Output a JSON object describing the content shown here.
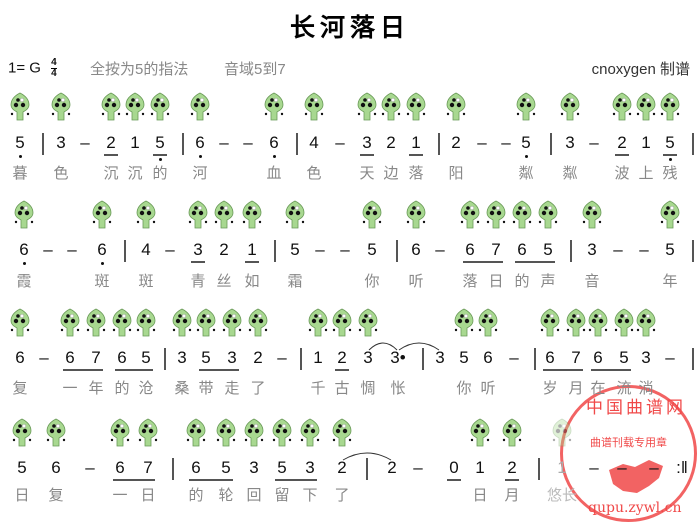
{
  "title": "长河落日",
  "key": "1= G",
  "time_sig": {
    "top": "4",
    "bottom": "4"
  },
  "fingering_note": "全按为5的指法",
  "range_note": "音域5到7",
  "author": "cnoxygen 制谱",
  "colors": {
    "ocarina": "#a8d890",
    "stamp": "#f04848"
  },
  "stamp": {
    "ring_text": "中国曲谱网",
    "url": "qupu.zywl.cn",
    "caption": "曲谱刊载专用章"
  },
  "rows": [
    {
      "tokens": [
        {
          "t": "5",
          "low": 1,
          "ly": "暮",
          "oc": 1
        },
        {
          "t": "|"
        },
        {
          "t": "3",
          "ly": "色",
          "oc": 1
        },
        {
          "t": "–"
        },
        {
          "t": "2",
          "ul": 1,
          "ly": "沉",
          "oc": 1
        },
        {
          "t": "1",
          "ly": "沉",
          "oc": 1
        },
        {
          "t": "5",
          "low": 1,
          "ul": 1,
          "ly": "的",
          "oc": 1
        },
        {
          "t": "|"
        },
        {
          "t": "6",
          "low": 1,
          "ly": "河",
          "oc": 1
        },
        {
          "t": "–"
        },
        {
          "t": "–"
        },
        {
          "t": "6",
          "low": 1,
          "ly": "血",
          "oc": 1
        },
        {
          "t": "|"
        },
        {
          "t": "4",
          "ly": "色",
          "oc": 1
        },
        {
          "t": "–"
        },
        {
          "t": "3",
          "ul": 1,
          "ly": "天",
          "oc": 1
        },
        {
          "t": "2",
          "ly": "边",
          "oc": 1
        },
        {
          "t": "1",
          "ul": 1,
          "ly": "落",
          "oc": 1
        },
        {
          "t": "|"
        },
        {
          "t": "2",
          "ly": "阳",
          "oc": 1
        },
        {
          "t": "–"
        },
        {
          "t": "–"
        },
        {
          "t": "5",
          "low": 1,
          "ly": "粼",
          "oc": 1
        },
        {
          "t": "|"
        },
        {
          "t": "3",
          "ly": "粼",
          "oc": 1
        },
        {
          "t": "–"
        },
        {
          "t": "2",
          "ul": 1,
          "ly": "波",
          "oc": 1
        },
        {
          "t": "1",
          "ly": "上",
          "oc": 1
        },
        {
          "t": "5",
          "low": 1,
          "ul": 1,
          "ly": "残",
          "oc": 1
        },
        {
          "t": "|"
        }
      ]
    },
    {
      "tokens": [
        {
          "t": "6",
          "low": 1,
          "ly": "霞",
          "oc": 1
        },
        {
          "t": "–"
        },
        {
          "t": "–"
        },
        {
          "t": "6",
          "low": 1,
          "ly": "斑",
          "oc": 1
        },
        {
          "t": "|"
        },
        {
          "t": "4",
          "ly": "斑",
          "oc": 1
        },
        {
          "t": "–"
        },
        {
          "t": "3",
          "ul": 1,
          "ly": "青",
          "oc": 1
        },
        {
          "t": "2",
          "ly": "丝",
          "oc": 1
        },
        {
          "t": "1",
          "ul": 1,
          "ly": "如",
          "oc": 1
        },
        {
          "t": "|"
        },
        {
          "t": "5",
          "ly": "霜",
          "oc": 1
        },
        {
          "t": "–"
        },
        {
          "t": "–"
        },
        {
          "t": "5",
          "ly": "你",
          "oc": 1
        },
        {
          "t": "|"
        },
        {
          "t": "6",
          "ly": "听",
          "oc": 1
        },
        {
          "t": "–"
        },
        {
          "t": "6",
          "ug": 1,
          "ly": "落",
          "oc": 1
        },
        {
          "t": "7",
          "ly": "日",
          "oc": 1
        },
        {
          "t": "6",
          "ug": 1,
          "ly": "的",
          "oc": 1
        },
        {
          "t": "5",
          "ly": "声",
          "oc": 1
        },
        {
          "t": "|"
        },
        {
          "t": "3",
          "ly": "音",
          "oc": 1
        },
        {
          "t": "–"
        },
        {
          "t": "–"
        },
        {
          "t": "5",
          "ly": "年",
          "oc": 1
        },
        {
          "t": "|"
        }
      ]
    },
    {
      "tokens": [
        {
          "t": "6",
          "ly": "复",
          "oc": 1
        },
        {
          "t": "–"
        },
        {
          "t": "6",
          "ug": 1,
          "ly": "一",
          "oc": 1
        },
        {
          "t": "7",
          "ly": "年",
          "oc": 1
        },
        {
          "t": "6",
          "ug": 1,
          "ly": "的",
          "oc": 1
        },
        {
          "t": "5",
          "ly": "沧",
          "oc": 1
        },
        {
          "t": "|"
        },
        {
          "t": "3",
          "ly": "桑",
          "oc": 1
        },
        {
          "t": "5",
          "ug": 1,
          "ly": "带",
          "oc": 1
        },
        {
          "t": "3",
          "ly": "走",
          "oc": 1
        },
        {
          "t": "2",
          "ly": "了",
          "oc": 1
        },
        {
          "t": "–"
        },
        {
          "t": "|"
        },
        {
          "t": "1",
          "ly": "千",
          "oc": 1
        },
        {
          "t": "2",
          "ul": 1,
          "ly": "古",
          "oc": 1
        },
        {
          "t": "3",
          "ly": "惆",
          "oc": 1
        },
        {
          "t": "3•",
          "ly": "怅"
        },
        {
          "t": "|"
        },
        {
          "t": "3"
        },
        {
          "t": "5",
          "ly": "你",
          "oc": 1
        },
        {
          "t": "6",
          "ly": "听",
          "oc": 1
        },
        {
          "t": "–"
        },
        {
          "t": "|"
        },
        {
          "t": "6",
          "ug": 1,
          "ly": "岁",
          "oc": 1
        },
        {
          "t": "7",
          "ly": "月",
          "oc": 1
        },
        {
          "t": "6",
          "ug": 1,
          "ly": "在",
          "oc": 1
        },
        {
          "t": "5",
          "ly": "流",
          "oc": 1
        },
        {
          "t": "3",
          "ly": "淌",
          "oc": 1
        },
        {
          "t": "–"
        },
        {
          "t": "|"
        }
      ]
    },
    {
      "tokens": [
        {
          "t": "5",
          "ly": "日",
          "oc": 1
        },
        {
          "t": "6",
          "ly": "复",
          "oc": 1
        },
        {
          "t": "–"
        },
        {
          "t": "6",
          "ug": 1,
          "ly": "一",
          "oc": 1
        },
        {
          "t": "7",
          "ly": "日",
          "oc": 1
        },
        {
          "t": "|"
        },
        {
          "t": "6",
          "ug": 1,
          "ly": "的",
          "oc": 1
        },
        {
          "t": "5",
          "ly": "轮",
          "oc": 1
        },
        {
          "t": "3",
          "ly": "回",
          "oc": 1
        },
        {
          "t": "5",
          "ug": 1,
          "ly": "留",
          "oc": 1
        },
        {
          "t": "3",
          "ly": "下",
          "oc": 1
        },
        {
          "t": "2",
          "ly": "了",
          "oc": 1
        },
        {
          "t": "|"
        },
        {
          "t": "2"
        },
        {
          "t": "–"
        },
        {
          "t": "0",
          "ul": 1
        },
        {
          "t": "1",
          "ly": "日",
          "oc": 1
        },
        {
          "t": "2",
          "ul": 1,
          "ly": "月",
          "oc": 1
        },
        {
          "t": "|"
        },
        {
          "t": "1",
          "ly": "悠长",
          "oc": 1,
          "faded": 1
        },
        {
          "t": "–"
        },
        {
          "t": "–"
        },
        {
          "t": "–"
        },
        {
          "t": ":‖"
        }
      ]
    }
  ]
}
